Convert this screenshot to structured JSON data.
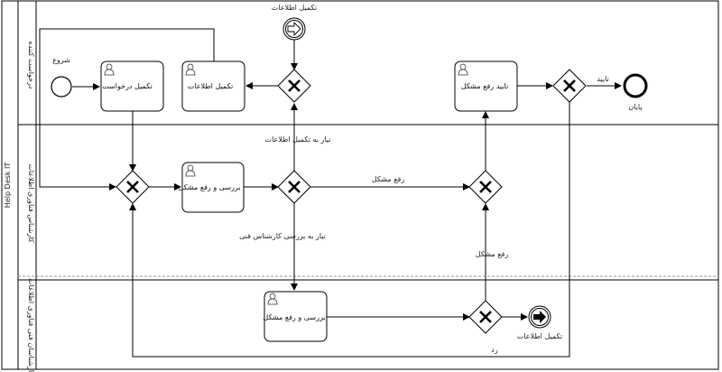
{
  "pool": {
    "name": "Help Desk IT"
  },
  "lanes": [
    {
      "name": "درخواست کننده"
    },
    {
      "name": "کارشناس فناوری اطلاعات"
    },
    {
      "name": "کارشناسان فنی فناوری اطلاعات"
    }
  ],
  "events": {
    "start": "شروع",
    "end": "پایان",
    "intermediate_catch": "تکمیل اطلاعات",
    "intermediate_throw": "تکمیل اطلاعات"
  },
  "tasks": {
    "complete_request": "تکمیل درخواست",
    "complete_info": "تکمیل اطلاعات",
    "confirm_fix": "تایید رفع مشکل",
    "review_fix_1": "بررسی و رفع مشکل",
    "review_fix_2": "بررسی و رفع مشکل"
  },
  "flows": {
    "need_info": "نیاز به تکمیل اطلاعات",
    "fixed_1": "رفع مشکل",
    "need_expert": "نیاز به بررسی کارشناس فنی",
    "fixed_2": "رفع مشکل",
    "confirm": "تایید",
    "reject": "رد"
  }
}
